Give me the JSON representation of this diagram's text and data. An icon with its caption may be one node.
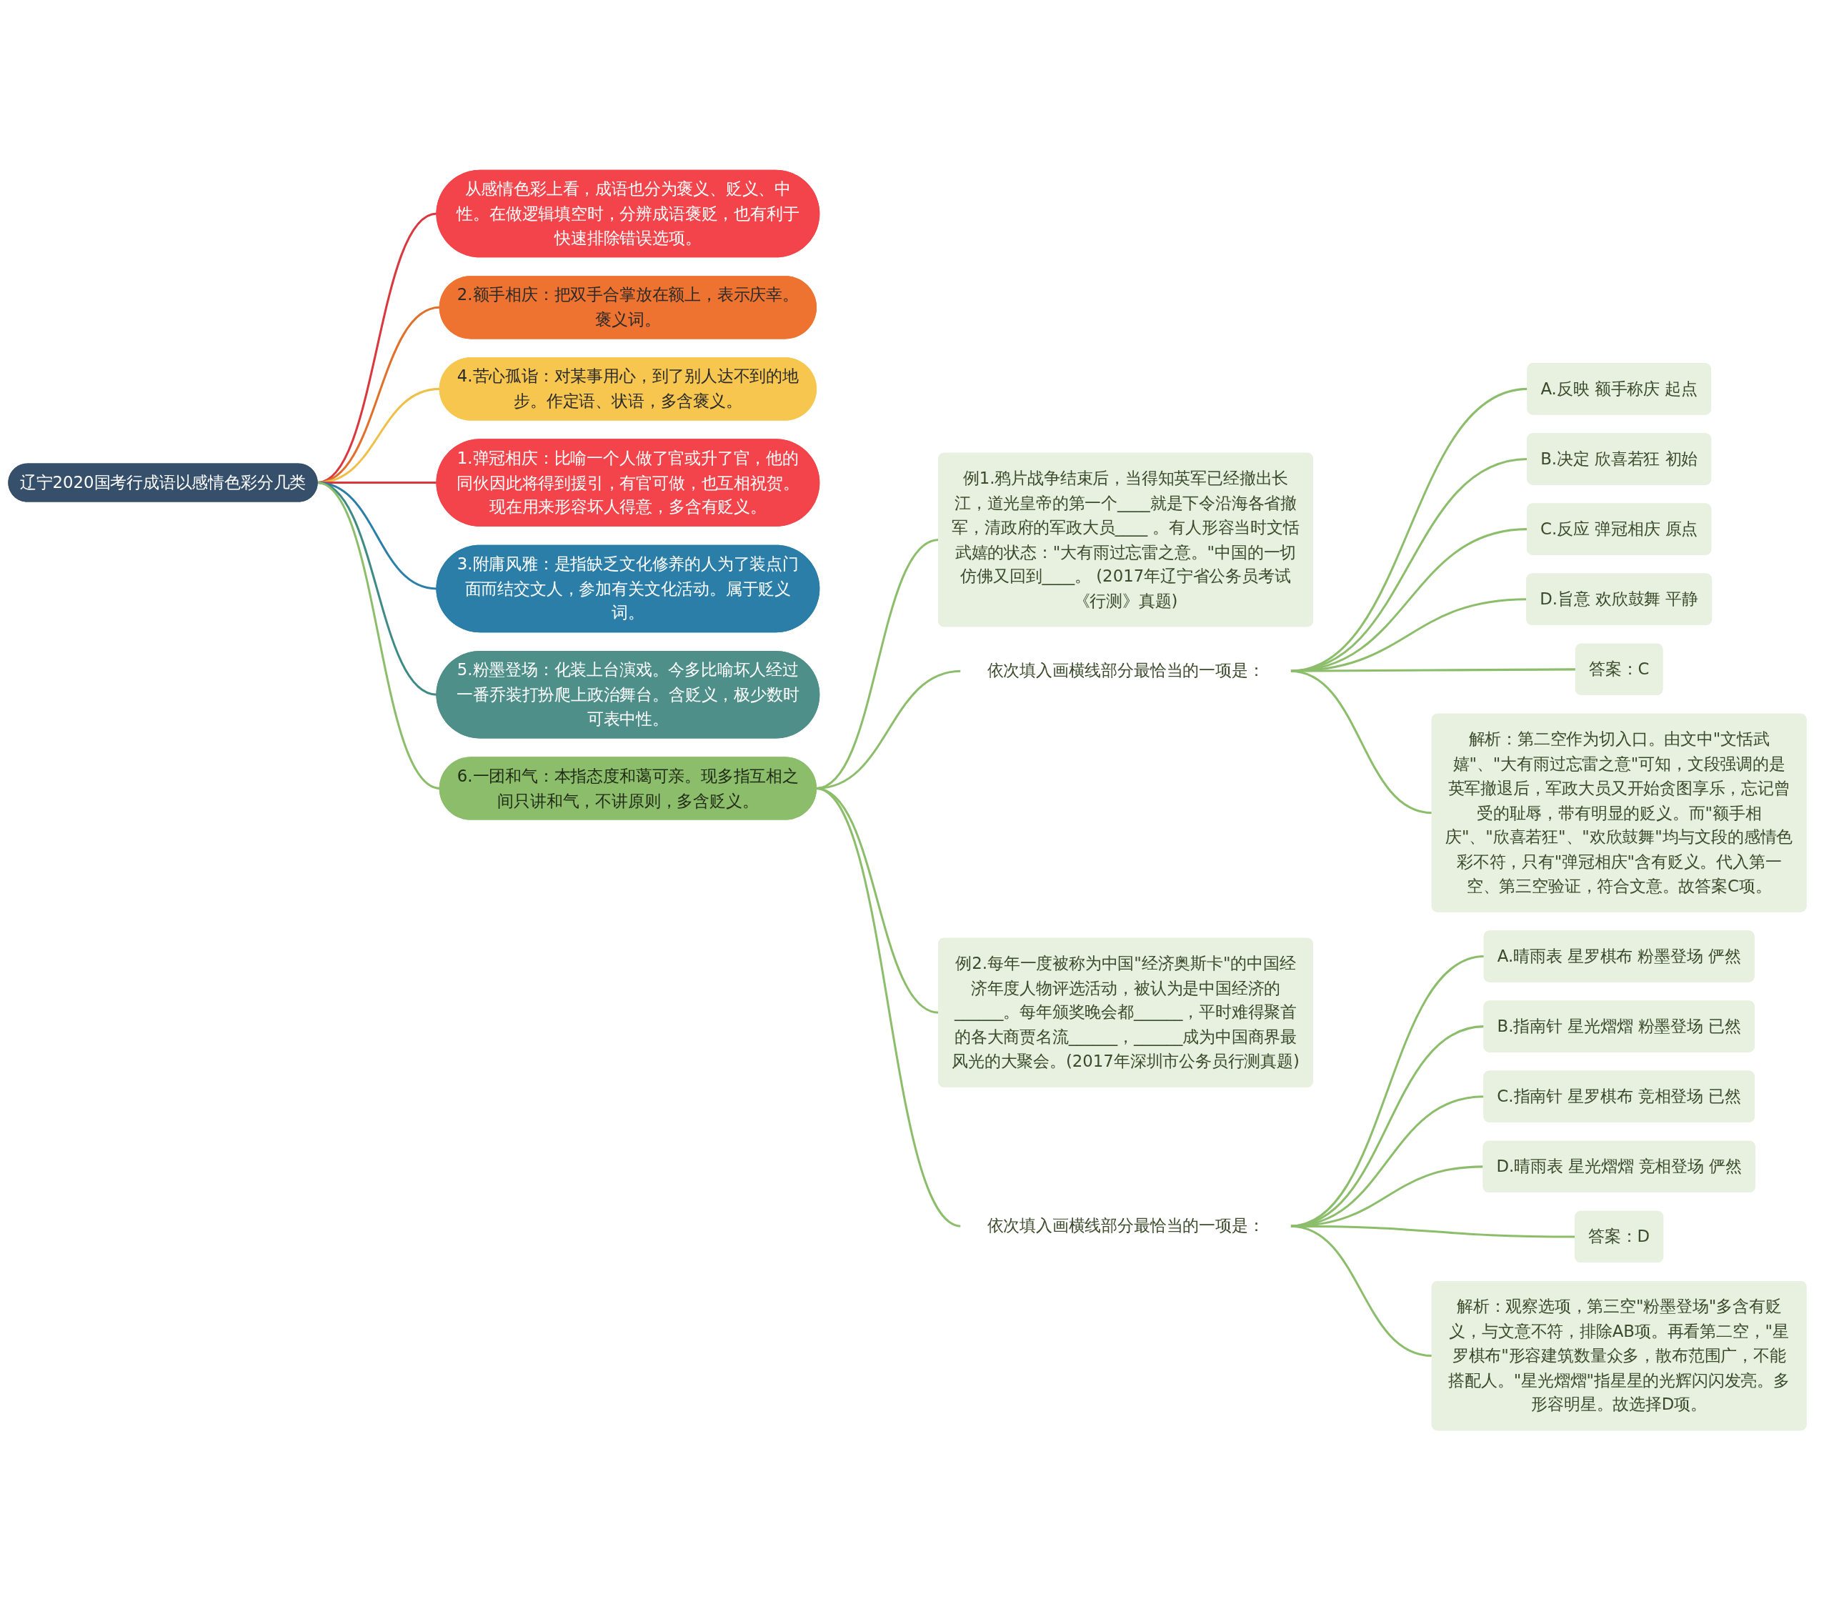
{
  "diagram": {
    "nodes": [
      {
        "text": [
          "辽宁2020国考行成语以感情色彩分几类"
        ]
      },
      {
        "text": [
          "从感情色彩上看，成语也分为褒义、贬义、中性。在做逻辑填空时，分辨成语褒贬，也有利于快速排除错误选项。"
        ]
      },
      {
        "text": [
          "2.额手相庆：把双手合掌放在额上，表示庆幸。褒义词。"
        ]
      },
      {
        "text": [
          "4.苦心孤诣：对某事用心，到了别人达不到的地步。作定语、状语，多含褒义。"
        ]
      },
      {
        "text": [
          "1.弹冠相庆：比喻一个人做了官或升了官，他的同伙因此将得到援引，有官可做，也互相祝贺。现在用来形容坏人得意，多含有贬义。"
        ]
      },
      {
        "text": [
          "3.附庸风雅：是指缺乏文化修养的人为了装点门面而结交文人，参加有关文化活动。属于贬义词。"
        ]
      },
      {
        "text": [
          "5.粉墨登场：化装上台演戏。今多比喻坏人经过一番乔装打扮爬上政治舞台。含贬义，极少数时可表中性。"
        ]
      },
      {
        "text": [
          "6.一团和气：本指态度和蔼可亲。现多指互相之间只讲和气，不讲原则，多含贬义。"
        ]
      },
      {
        "text": [
          "例1.鸦片战争结束后，当得知英军已经撤出长江，道光皇帝的第一个____就是下令沿海各省撤军，清政府的军政大员____ 。有人形容当时文恬武嬉的状态：\"大有雨过忘雷之意。\"中国的一切仿佛又回到____。 (2017年辽宁省公务员考试《行测》真题)"
        ]
      },
      {
        "text": [
          "依次填入画横线部分最恰当的一项是："
        ]
      },
      {
        "text": [
          "A.反映 额手称庆 起点"
        ]
      },
      {
        "text": [
          "B.决定 欣喜若狂 初始"
        ]
      },
      {
        "text": [
          "C.反应 弹冠相庆 原点"
        ]
      },
      {
        "text": [
          "D.旨意 欢欣鼓舞 平静"
        ]
      },
      {
        "text": [
          "答案：C"
        ]
      },
      {
        "text": [
          "解析：第二空作为切入口。由文中\"文恬武嬉\"、\"大有雨过忘雷之意\"可知，文段强调的是英军撤退后，军政大员又开始贪图享乐，忘记曾受的耻辱，带有明显的贬义。而\"额手相庆\"、\"欣喜若狂\"、\"欢欣鼓舞\"均与文段的感情色彩不符，只有\"弹冠相庆\"含有贬义。代入第一空、第三空验证，符合文意。故答案C项。"
        ]
      },
      {
        "text": [
          "例2.每年一度被称为中国\"经济奥斯卡\"的中国经济年度人物评选活动，被认为是中国经济的______。每年颁奖晚会都______，平时难得聚首的各大商贾名流______，______成为中国商界最风光的大聚会。(2017年深圳市公务员行测真题)"
        ]
      },
      {
        "text": [
          "依次填入画横线部分最恰当的一项是："
        ]
      },
      {
        "text": [
          "A.晴雨表 星罗棋布 粉墨登场 俨然"
        ]
      },
      {
        "text": [
          "B.指南针 星光熠熠 粉墨登场 已然"
        ]
      },
      {
        "text": [
          "C.指南针 星罗棋布 竞相登场 已然"
        ]
      },
      {
        "text": [
          "D.晴雨表 星光熠熠 竞相登场 俨然"
        ]
      },
      {
        "text": [
          "答案：D"
        ]
      },
      {
        "text": [
          "解析：观察选项，第三空\"粉墨登场\"多含有贬义，与文意不符，排除AB项。再看第二空，\"星罗棋布\"形容建筑数量众多，散布范围广，不能搭配人。\"星光熠熠\"指星星的光辉闪闪发亮。多形容明星。故选择D项。"
        ]
      }
    ],
    "edges": [
      {
        "from": 0,
        "to": 1,
        "arrow": "none",
        "color": "#d9383e"
      },
      {
        "from": 0,
        "to": 2,
        "arrow": "none",
        "color": "#e0702a"
      },
      {
        "from": 0,
        "to": 3,
        "arrow": "none",
        "color": "#efc048"
      },
      {
        "from": 0,
        "to": 4,
        "arrow": "none",
        "color": "#d9383e"
      },
      {
        "from": 0,
        "to": 5,
        "arrow": "none",
        "color": "#2a7ea8"
      },
      {
        "from": 0,
        "to": 6,
        "arrow": "none",
        "color": "#3e8a85"
      },
      {
        "from": 0,
        "to": 7,
        "arrow": "none"
      },
      {
        "from": 7,
        "to": 8,
        "arrow": "none"
      },
      {
        "from": 7,
        "to": 9,
        "arrow": "none"
      },
      {
        "from": 9,
        "to": 10,
        "arrow": "none"
      },
      {
        "from": 9,
        "to": 11,
        "arrow": "none"
      },
      {
        "from": 9,
        "to": 12,
        "arrow": "none"
      },
      {
        "from": 9,
        "to": 13,
        "arrow": "none"
      },
      {
        "from": 9,
        "to": 14,
        "arrow": "none"
      },
      {
        "from": 9,
        "to": 15,
        "arrow": "none"
      },
      {
        "from": 7,
        "to": 16,
        "arrow": "none"
      },
      {
        "from": 7,
        "to": 17,
        "arrow": "none"
      },
      {
        "from": 17,
        "to": 18,
        "arrow": "none"
      },
      {
        "from": 17,
        "to": 19,
        "arrow": "none"
      },
      {
        "from": 17,
        "to": 20,
        "arrow": "none"
      },
      {
        "from": 17,
        "to": 21,
        "arrow": "none"
      },
      {
        "from": 17,
        "to": 22,
        "arrow": "none"
      },
      {
        "from": 17,
        "to": 23,
        "arrow": "none"
      }
    ]
  }
}
